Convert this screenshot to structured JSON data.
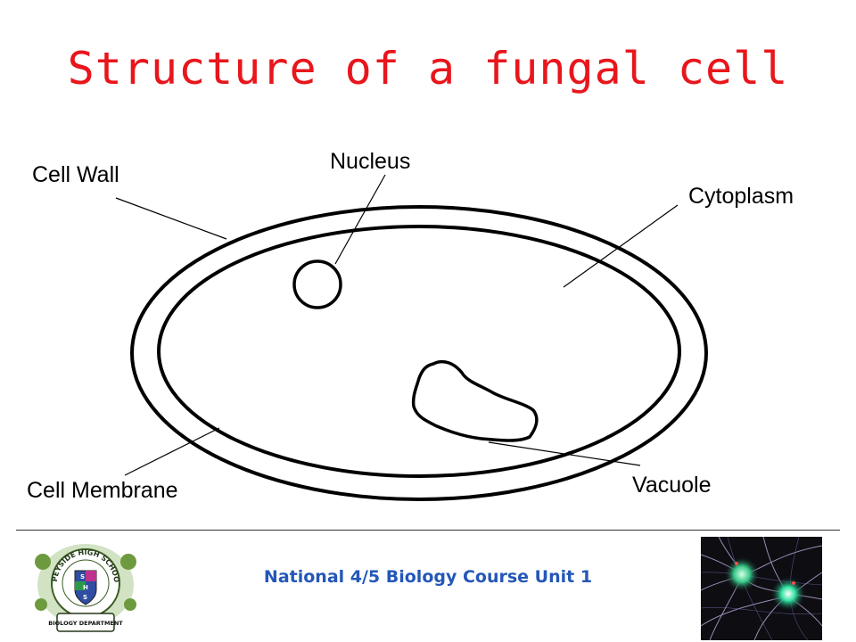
{
  "title": "Structure of a fungal cell",
  "labels": {
    "cell_wall": "Cell Wall",
    "nucleus": "Nucleus",
    "cytoplasm": "Cytoplasm",
    "cell_membrane": "Cell Membrane",
    "vacuole": "Vacuole"
  },
  "footer": {
    "course": "National 4/5 Biology Course Unit 1"
  },
  "logo": {
    "school_name": "SPEYSIDE HIGH SCHOOL",
    "department": "BIOLOGY DEPARTMENT",
    "shield_letters": [
      "S",
      "H",
      "S"
    ]
  },
  "colors": {
    "title": "#e8161c",
    "footer_text": "#2457b8"
  }
}
